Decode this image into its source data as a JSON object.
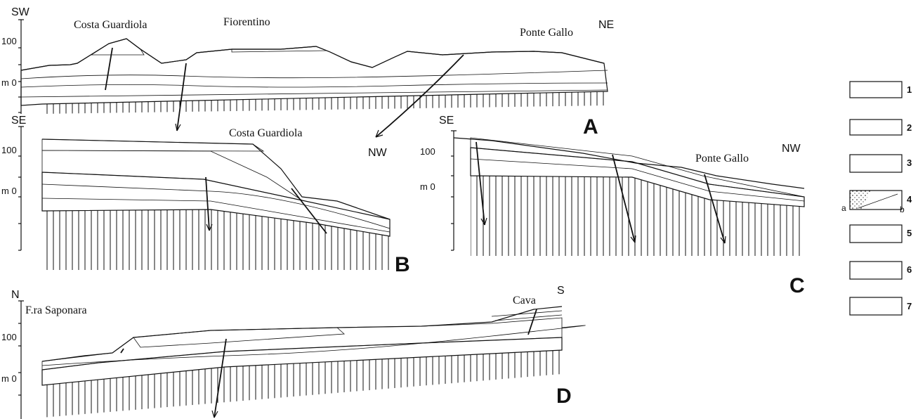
{
  "sections": {
    "A": {
      "panel": "A",
      "left_dir": "SW",
      "right_dir": "NE",
      "elev_100": "100",
      "elev_0": "m 0",
      "places": [
        "Costa Guardiola",
        "Fiorentino",
        "Ponte Gallo"
      ]
    },
    "B": {
      "panel": "B",
      "left_dir": "SE",
      "right_dir": "NW",
      "elev_100": "100",
      "elev_0": "m 0",
      "places": [
        "Costa Guardiola"
      ]
    },
    "C": {
      "panel": "C",
      "left_dir": "SE",
      "right_dir": "NW",
      "elev_100": "100",
      "elev_0": "m 0",
      "places": [
        "Ponte Gallo"
      ]
    },
    "D": {
      "panel": "D",
      "left_dir": "N",
      "right_dir": "S",
      "elev_100": "100",
      "elev_0": "m 0",
      "places": [
        "F.ra Saponara",
        "Cava"
      ]
    }
  },
  "legend": {
    "items": [
      {
        "number": "1",
        "pattern": "pebbles"
      },
      {
        "number": "2",
        "pattern": "dashes"
      },
      {
        "number": "3",
        "pattern": "dotted-blocks"
      },
      {
        "number": "4",
        "pattern": "dots-with-diagonal",
        "sub_a": "a",
        "sub_b": "b"
      },
      {
        "number": "5",
        "pattern": "ticks"
      },
      {
        "number": "6",
        "pattern": "bricks"
      },
      {
        "number": "7",
        "pattern": "vertical-lines"
      }
    ]
  }
}
